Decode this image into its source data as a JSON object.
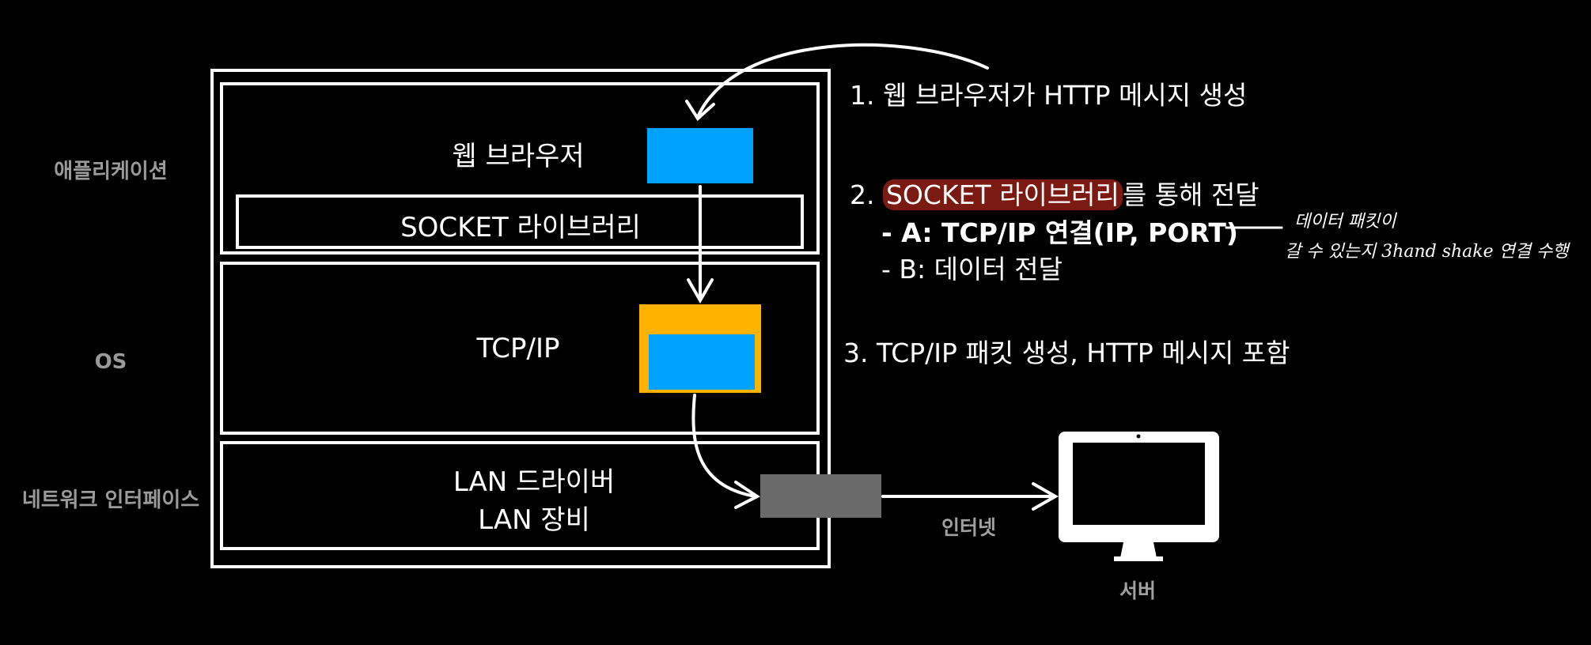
{
  "layers": {
    "application": "애플리케이션",
    "os": "OS",
    "network_interface": "네트워크 인터페이스"
  },
  "boxes": {
    "web_browser": "웹 브라우저",
    "socket_library": "SOCKET 라이브러리",
    "tcp_ip": "TCP/IP",
    "lan_driver": "LAN 드라이버",
    "lan_device": "LAN 장비"
  },
  "steps": {
    "step1": "1. 웹 브라우저가 HTTP 메시지 생성",
    "step2_prefix": "2. ",
    "step2_highlight": "SOCKET 라이브러리",
    "step2_suffix": "를 통해 전달",
    "step2_a": "- A: TCP/IP 연결(IP, PORT)",
    "step2_b": "- B: 데이터 전달",
    "step3": "3. TCP/IP 패킷 생성, HTTP 메시지 포함"
  },
  "annotation": {
    "line1": "데이터 패킷이",
    "line2": "갈 수 있는지  3hand shake 연결 수행"
  },
  "internet": "인터넷",
  "server": "서버",
  "colors": {
    "http_message": "#00a2ff",
    "tcp_packet": "#ffb300",
    "lan_packet": "#6a6a6a",
    "highlight": "#7a1a12"
  }
}
